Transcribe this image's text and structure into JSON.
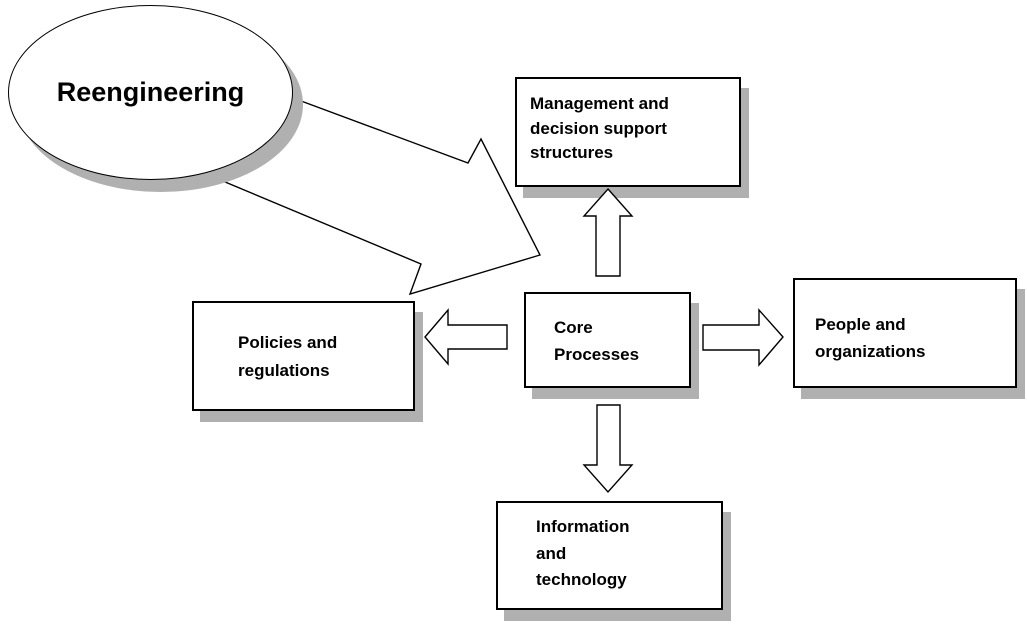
{
  "diagram": {
    "background": "#ffffff",
    "fill_color": "#ffffff",
    "outline_color": "#000000",
    "shadow_color": "#b0b0b0",
    "text_color": "#000000"
  },
  "nodes": {
    "reengineering": {
      "shape": "ellipse",
      "label": "Reengineering"
    },
    "management": {
      "shape": "rectangle",
      "label": "Management and decision support structures",
      "lines": [
        "Management and",
        "decision support",
        "structures"
      ]
    },
    "core": {
      "shape": "rectangle",
      "label": "Core Processes",
      "lines": [
        "Core",
        "Processes"
      ]
    },
    "policies": {
      "shape": "rectangle",
      "label": "Policies and regulations",
      "lines": [
        "Policies and",
        "regulations"
      ]
    },
    "people": {
      "shape": "rectangle",
      "label": "People and organizations",
      "lines": [
        "People and",
        "organizations"
      ]
    },
    "information": {
      "shape": "rectangle",
      "label": "Information and technology",
      "lines": [
        "Information",
        "and",
        "technology"
      ]
    }
  },
  "connections": [
    {
      "from": "reengineering",
      "to": "core",
      "style": "large-block-arrow",
      "direction": "down-right"
    },
    {
      "from": "core",
      "to": "management",
      "style": "block-arrow",
      "direction": "up"
    },
    {
      "from": "core",
      "to": "policies",
      "style": "block-arrow",
      "direction": "left"
    },
    {
      "from": "core",
      "to": "people",
      "style": "block-arrow",
      "direction": "right"
    },
    {
      "from": "core",
      "to": "information",
      "style": "block-arrow",
      "direction": "down"
    }
  ]
}
